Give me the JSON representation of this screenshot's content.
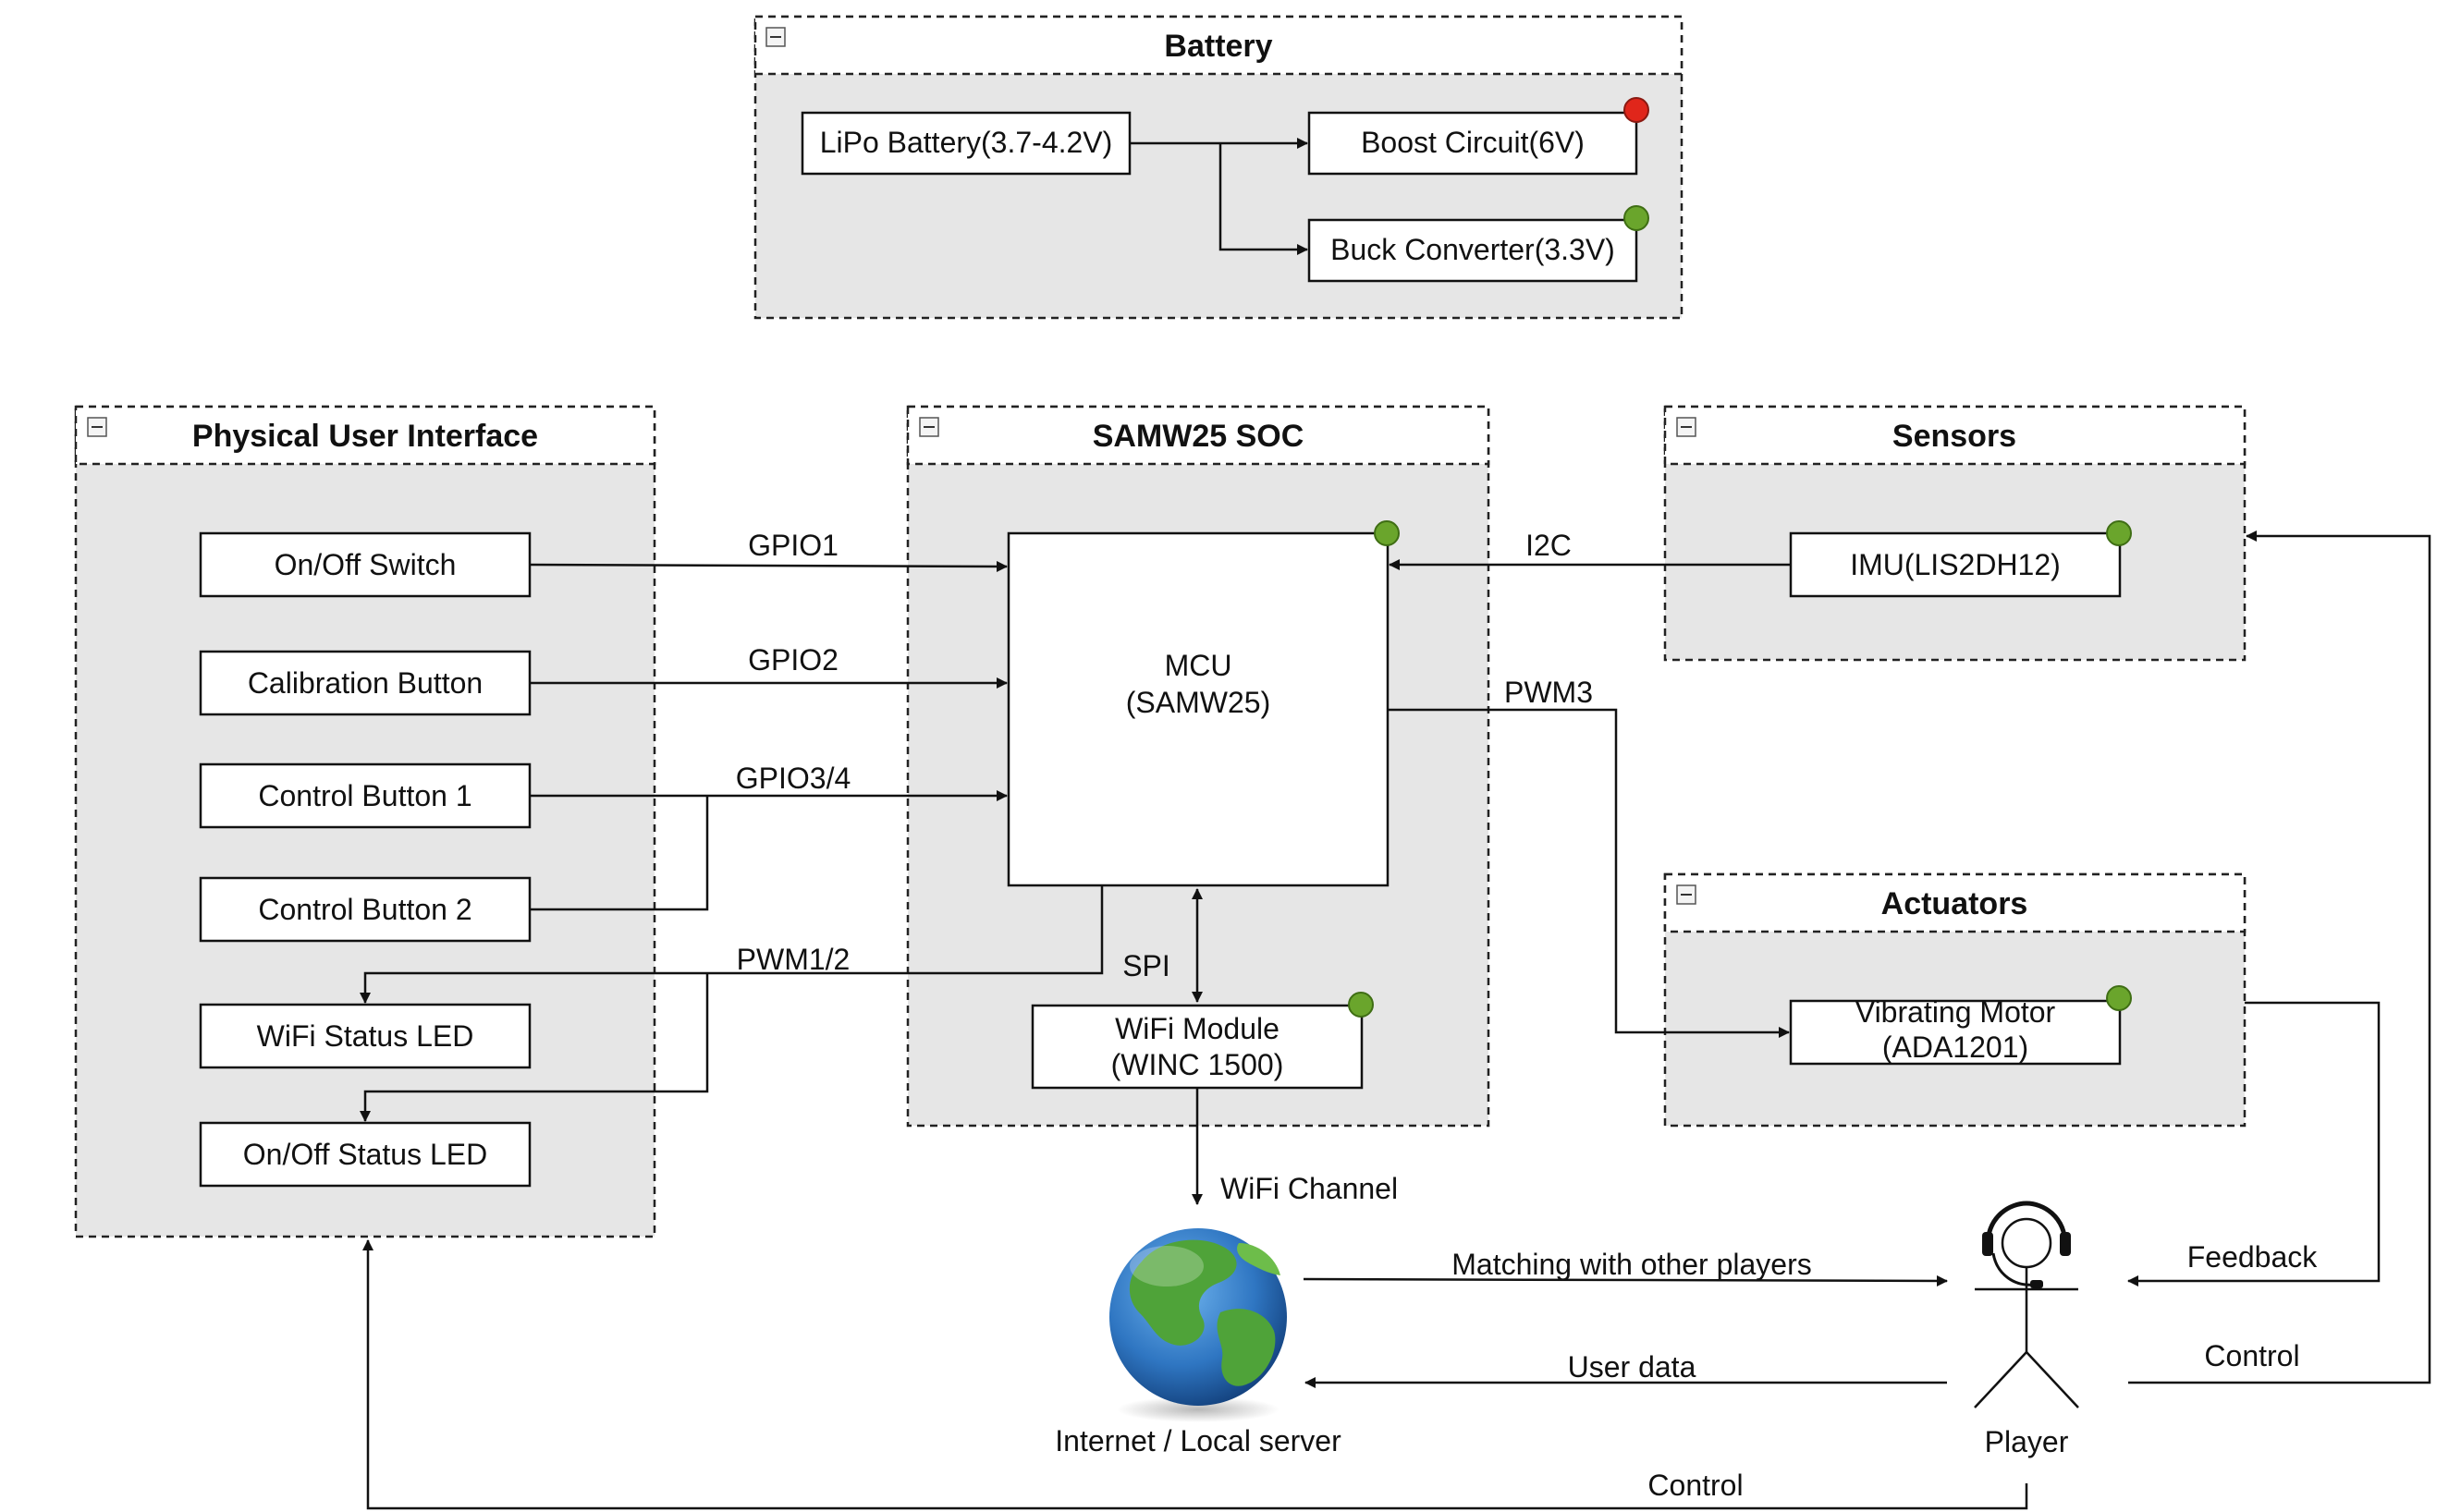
{
  "groups": {
    "battery": "Battery",
    "pui": "Physical User Interface",
    "soc": "SAMW25 SOC",
    "sensors": "Sensors",
    "actuators": "Actuators"
  },
  "boxes": {
    "lipo": "LiPo Battery(3.7-4.2V)",
    "boost": "Boost Circuit(6V)",
    "buck": "Buck Converter(3.3V)",
    "onoff_switch": "On/Off Switch",
    "calibration": "Calibration Button",
    "control1": "Control Button 1",
    "control2": "Control Button 2",
    "wifi_led": "WiFi Status LED",
    "onoff_led": "On/Off Status LED",
    "mcu_line1": "MCU",
    "mcu_line2": "(SAMW25)",
    "wifi_line1": "WiFi Module",
    "wifi_line2": "(WINC 1500)",
    "imu": "IMU(LIS2DH12)",
    "motor_line1": "Vibrating Motor",
    "motor_line2": "(ADA1201)"
  },
  "edges": {
    "gpio1": "GPIO1",
    "gpio2": "GPIO2",
    "gpio34": "GPIO3/4",
    "pwm12": "PWM1/2",
    "spi": "SPI",
    "i2c": "I2C",
    "pwm3": "PWM3",
    "wifi_channel": "WiFi Channel",
    "matching": "Matching with other players",
    "user_data": "User data",
    "feedback": "Feedback",
    "control_sensors": "Control",
    "control_pui": "Control"
  },
  "nodes": {
    "internet": "Internet / Local server",
    "player": "Player"
  },
  "colors": {
    "status_red": "#e0261b",
    "status_green": "#6aa52c",
    "group_fill": "#e6e6e6",
    "globe_ocean": "#2f76c2",
    "globe_land": "#4fa339"
  }
}
